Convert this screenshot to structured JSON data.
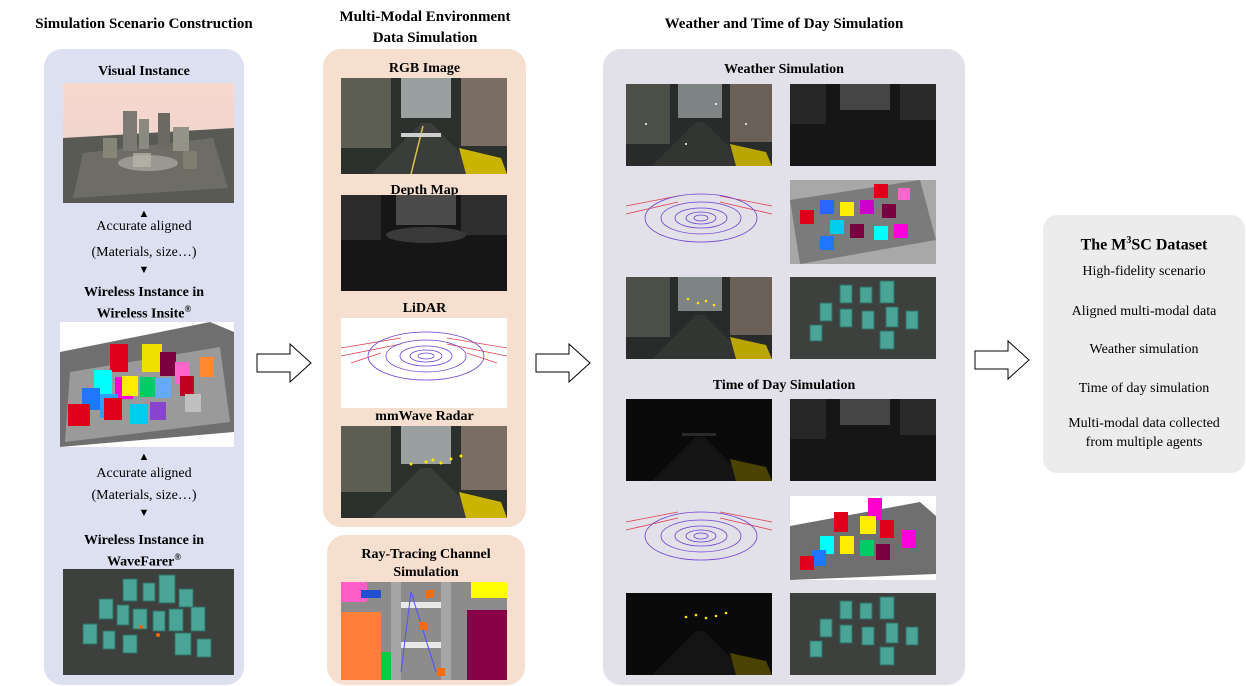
{
  "sections": {
    "scenario": {
      "title": "Simulation Scenario Construction",
      "visual_instance": "Visual Instance",
      "aligned_1_line1": "Accurate aligned",
      "aligned_1_line2": "(Materials, size…)",
      "wireless_insite_line1": "Wireless Instance in",
      "wireless_insite_line2": "Wireless Insite",
      "aligned_2_line1": "Accurate aligned",
      "aligned_2_line2": "(Materials, size…)",
      "wavefarer_line1": "Wireless Instance in",
      "wavefarer_line2": "WaveFarer",
      "registered_mark": "®"
    },
    "multimodal": {
      "title_line1": "Multi-Modal Environment",
      "title_line2": "Data Simulation",
      "rgb": "RGB Image",
      "depth": "Depth Map",
      "lidar": "LiDAR",
      "radar": "mmWave Radar",
      "raytrace_line1": "Ray-Tracing Channel",
      "raytrace_line2": "Simulation"
    },
    "weather": {
      "title": "Weather and Time of Day Simulation",
      "weather_sim": "Weather Simulation",
      "tod_sim": "Time of Day Simulation"
    },
    "dataset": {
      "title_pre": "The M",
      "title_sup": "3",
      "title_post": "SC Dataset",
      "items": [
        "High-fidelity scenario",
        "Aligned multi-modal data",
        "Weather simulation",
        "Time of day simulation",
        "Multi-modal data collected",
        "from multiple agents"
      ]
    }
  },
  "colors": {
    "panel_blue": "#dde0f0",
    "panel_peach": "#f6dfcf",
    "panel_gray": "#e2e0e8",
    "panel_dataset": "#ececec"
  },
  "icons": [
    "right-arrow-outline-icon",
    "up-arrow-icon",
    "down-arrow-icon"
  ]
}
